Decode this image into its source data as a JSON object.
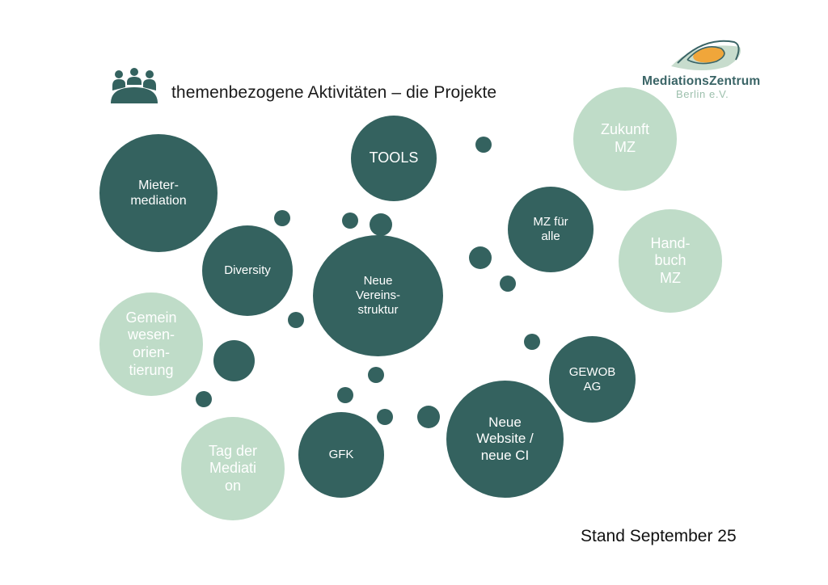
{
  "header": {
    "title": "themenbezogene Aktivitäten – die Projekte",
    "icon": "group-meeting-icon"
  },
  "logo": {
    "name": "MediationsZentrum",
    "subtitle": "Berlin e.V."
  },
  "colors": {
    "dark_bubble": "#34625f",
    "light_bubble": "#bfdcc8",
    "logo_orange": "#f0a63a"
  },
  "projects": [
    {
      "label": "TOOLS",
      "status": "active"
    },
    {
      "label": "Mieter-\nmediation",
      "status": "active"
    },
    {
      "label": "Diversity",
      "status": "active"
    },
    {
      "label": "Neue\nVereins-\nstruktur",
      "status": "active"
    },
    {
      "label": "MZ für\nalle",
      "status": "active"
    },
    {
      "label": "GEWOB\nAG",
      "status": "active"
    },
    {
      "label": "Neue\nWebsite /\nneue CI",
      "status": "active"
    },
    {
      "label": "GFK",
      "status": "active"
    },
    {
      "label": "Zukunft\nMZ",
      "status": "planned"
    },
    {
      "label": "Hand-\nbuch\nMZ",
      "status": "planned"
    },
    {
      "label": "Gemein\nwesen-\norien-\ntierung",
      "status": "planned"
    },
    {
      "label": "Tag der\nMediati\non",
      "status": "planned"
    }
  ],
  "footer": {
    "stand": "Stand September 25"
  }
}
